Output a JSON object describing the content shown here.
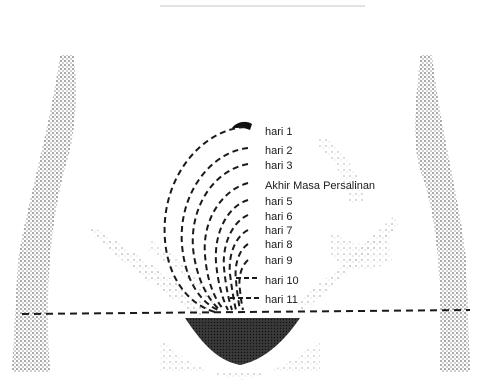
{
  "diagram": {
    "labels": [
      {
        "id": "day-1",
        "text": "hari 1"
      },
      {
        "id": "day-2",
        "text": "hari 2"
      },
      {
        "id": "day-3",
        "text": "hari 3"
      },
      {
        "id": "end-of-labor",
        "text": "Akhir Masa Persalinan"
      },
      {
        "id": "day-5",
        "text": "hari 5"
      },
      {
        "id": "day-6",
        "text": "hari 6"
      },
      {
        "id": "day-7",
        "text": "hari 7"
      },
      {
        "id": "day-8",
        "text": "hari 8"
      },
      {
        "id": "day-9",
        "text": "hari 9"
      },
      {
        "id": "day-10",
        "text": "hari 10"
      },
      {
        "id": "day-11",
        "text": "hari 11"
      }
    ],
    "colors": {
      "ink": "#1a1a1a",
      "stipple": "#2b2b2b",
      "background": "#ffffff"
    }
  }
}
